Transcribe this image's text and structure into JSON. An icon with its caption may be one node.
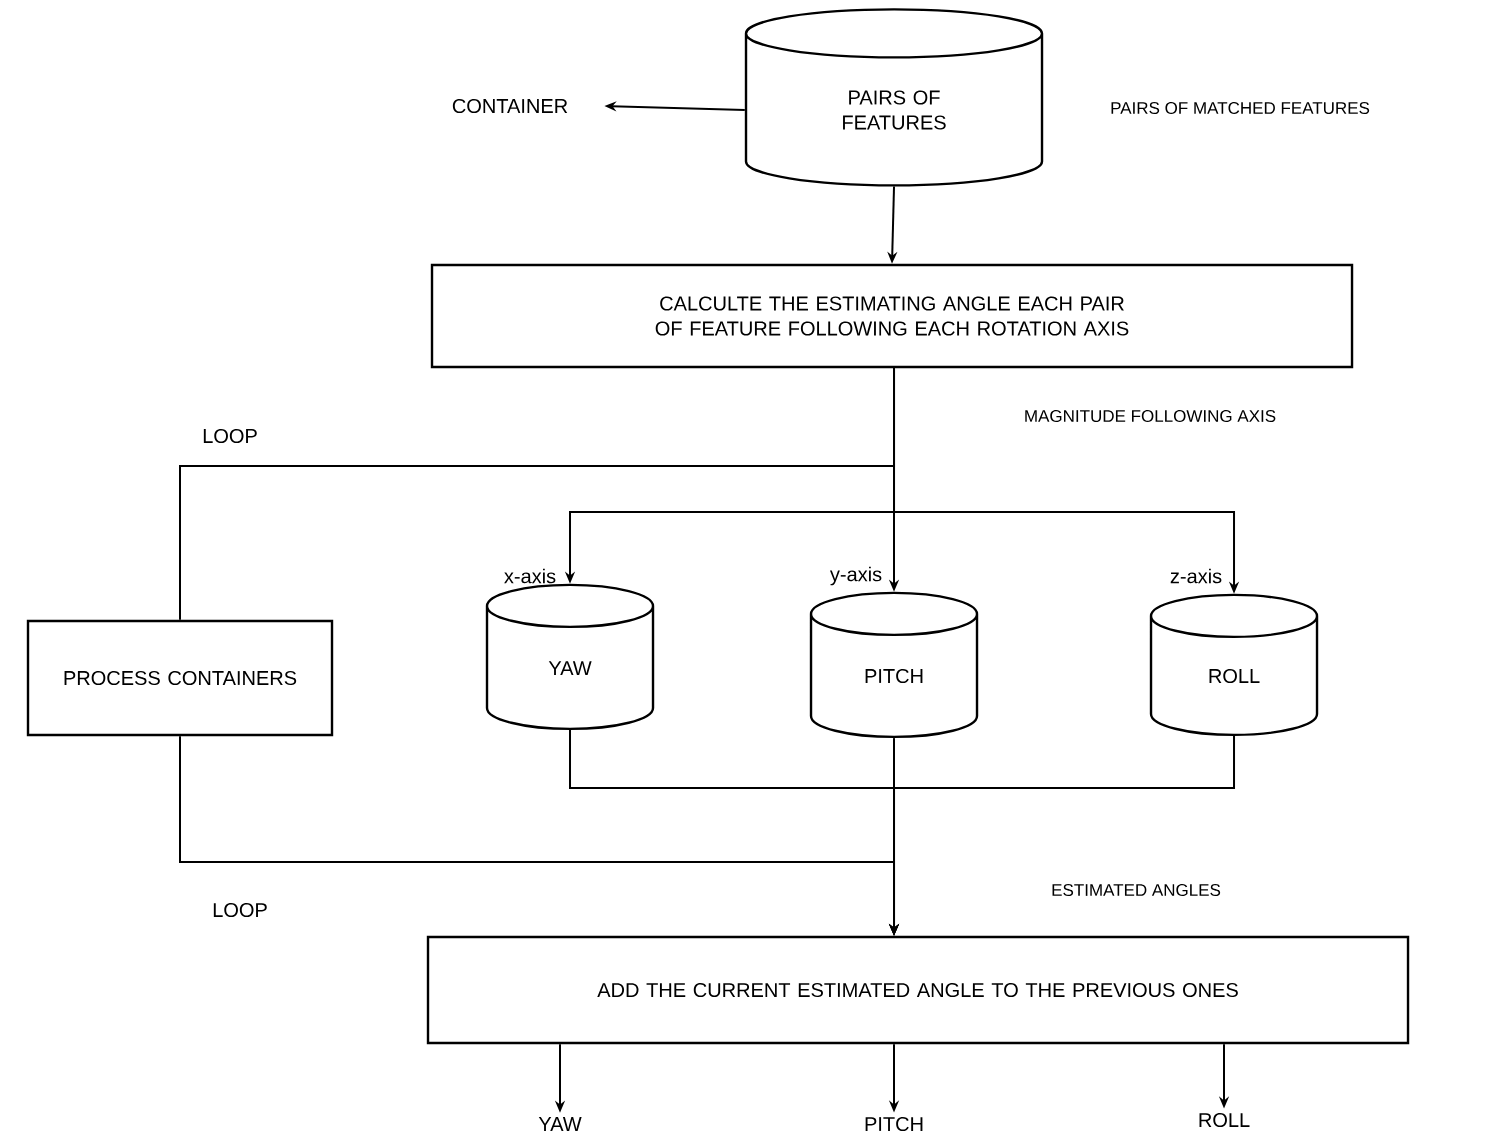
{
  "diagram": {
    "nodes": [
      {
        "text": [
          "CONTAINER"
        ]
      },
      {
        "text": [
          "PAIRS OF FEATURES"
        ]
      },
      {
        "text": [
          "CALCULTE THE ESTIMATING ANGLE EACH PAIR OF FEATURE FOLLOWING EACH ROTATION AXIS"
        ]
      },
      {
        "text": [
          "PROCESS CONTAINERS"
        ]
      },
      {
        "text": [
          "YAW"
        ],
        "beside": [
          "x-axis"
        ]
      },
      {
        "text": [
          "PITCH"
        ],
        "beside": [
          "y-axis"
        ]
      },
      {
        "text": [
          "ROLL"
        ],
        "beside": [
          "z-axis"
        ]
      },
      {
        "text": [
          "ADD THE CURRENT ESTIMATED ANGLE TO THE PREVIOUS ONES"
        ]
      },
      {
        "text": [
          "YAW"
        ]
      },
      {
        "text": [
          "PITCH"
        ]
      },
      {
        "text": [
          "ROLL"
        ]
      }
    ],
    "edges": [
      {
        "from": 1,
        "to": 0,
        "arrow": "to"
      },
      {
        "from": 1,
        "to": 2,
        "arrow": "to"
      },
      {
        "from": 2,
        "to": 3,
        "arrow": "none"
      },
      {
        "from": 2,
        "to": 4,
        "arrow": "to"
      },
      {
        "from": 2,
        "to": 5,
        "arrow": "to"
      },
      {
        "from": 2,
        "to": 6,
        "arrow": "to"
      },
      {
        "from": 4,
        "to": 7,
        "arrow": "to"
      },
      {
        "from": 5,
        "to": 7,
        "arrow": "to"
      },
      {
        "from": 6,
        "to": 7,
        "arrow": "to"
      },
      {
        "from": 3,
        "to": 7,
        "arrow": "to"
      },
      {
        "from": 7,
        "to": 8,
        "arrow": "to"
      },
      {
        "from": 7,
        "to": 9,
        "arrow": "to"
      },
      {
        "from": 7,
        "to": 10,
        "arrow": "to"
      }
    ],
    "labels": [
      "PAIRS OF MATCHED FEATURES",
      "LOOP",
      "MAGNITUDE FOLLOWING AXIS",
      "LOOP",
      "ESTIMATED ANGLES"
    ]
  }
}
